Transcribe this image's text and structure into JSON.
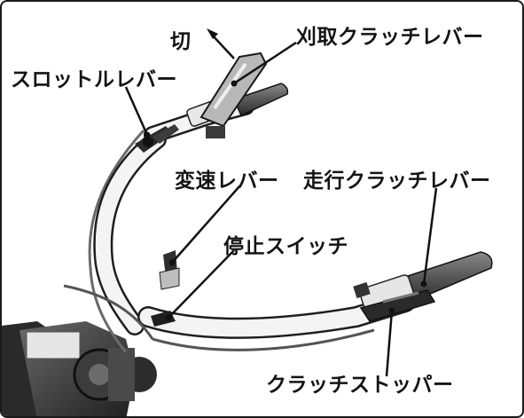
{
  "labels": {
    "kiri": "切",
    "karitori_clutch_lever": "刈取クラッチレバー",
    "throttle_lever": "スロットルレバー",
    "hensoku_lever": "変速レバー",
    "soukou_clutch_lever": "走行クラッチレバー",
    "teishi_switch": "停止スイッチ",
    "clutch_stopper": "クラッチストッパー"
  },
  "colors": {
    "ink": "#141414",
    "grip": "#5a5a5a",
    "handle": "#f4f4f4",
    "machine": "#3a3a3a"
  }
}
